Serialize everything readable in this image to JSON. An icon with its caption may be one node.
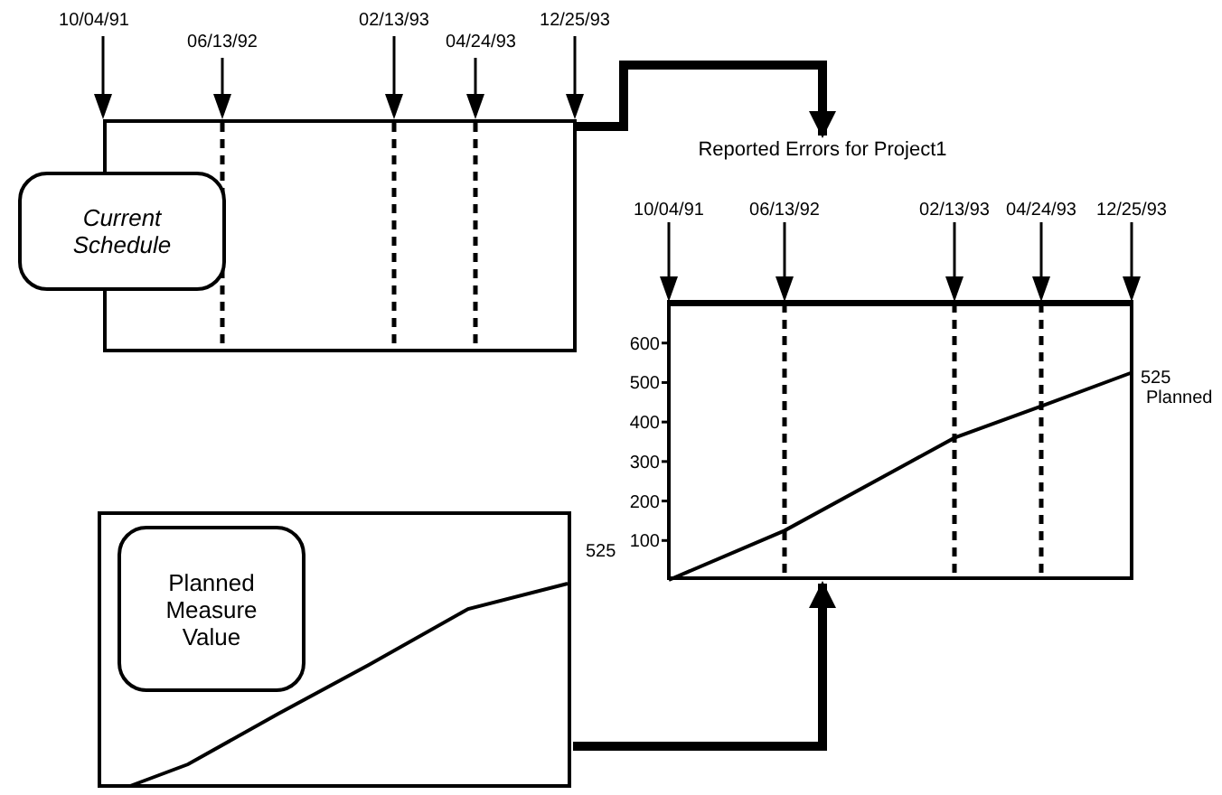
{
  "diagram": {
    "nodes": [
      {
        "text": [],
        "shape": "box"
      },
      {
        "text": [
          "Current Schedule"
        ]
      },
      {
        "text": [],
        "shape": "box"
      },
      {
        "text": [
          "Planned Measure Value"
        ],
        "in": 2
      },
      {
        "text": [
          "Reported Errors for Project1"
        ]
      },
      {
        "text": [],
        "shape": "box",
        "beside": [
          "525",
          "Planned"
        ]
      }
    ],
    "edges": [
      {
        "from": 0,
        "to": 4,
        "arrow": "to"
      },
      {
        "from": 2,
        "to": 5,
        "arrow": "to"
      }
    ],
    "labels": [
      "10/04/91",
      "06/13/92",
      "02/13/93",
      "04/24/93",
      "12/25/93",
      "525"
    ],
    "chart_data": {
      "type": "line",
      "categories": [
        "10/04/91",
        "06/13/92",
        "02/13/93",
        "04/24/93",
        "12/25/93"
      ],
      "ylim": [
        0,
        700
      ],
      "grid": true,
      "yticks": [
        100,
        200,
        300,
        400,
        500,
        600
      ],
      "series": [
        {
          "color": "#000000",
          "values": [
            0,
            125,
            360,
            440,
            525
          ]
        }
      ]
    }
  }
}
